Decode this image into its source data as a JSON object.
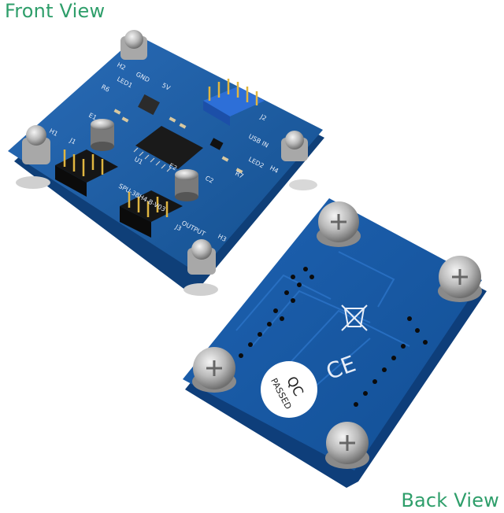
{
  "labels": {
    "front_view": "Front View",
    "back_view": "Back View"
  },
  "front_board": {
    "silkscreen": {
      "model": "SPU-38H4-B-V03",
      "usb_in": "USB IN",
      "output": "OUTPUT",
      "led1": "LED1",
      "led2": "LED2",
      "h1": "H1",
      "h2": "H2",
      "h3": "H3",
      "h4": "H4",
      "u1": "U1",
      "r6": "R6",
      "r7": "R7",
      "j1": "J1",
      "j2": "J2",
      "j3": "J3",
      "c2": "C2",
      "e1": "E1",
      "e2": "E2",
      "five_v": "5V",
      "gnd": "GND"
    }
  },
  "back_board": {
    "qc_text": "QC",
    "passed_text": "PASSED",
    "ce_mark": "CE"
  },
  "colors": {
    "label_text": "#2e9e6a",
    "pcb_blue": "#1d5fa8",
    "pcb_edge": "#0f3f78",
    "header_black": "#151515",
    "header_blue": "#2d6fd8",
    "screw_metal": "#c8c8c8",
    "background": "#ffffff"
  }
}
